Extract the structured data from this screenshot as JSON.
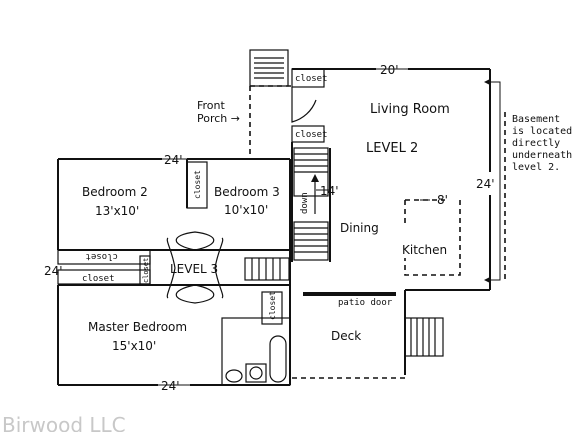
{
  "labels": {
    "living_room": "Living Room",
    "level2": "LEVEL 2",
    "level3": "LEVEL 3",
    "front_porch_1": "Front",
    "front_porch_2": "Porch →",
    "bedroom2": "Bedroom 2",
    "bedroom2_size": "13'x10'",
    "bedroom3": "Bedroom 3",
    "bedroom3_size": "10'x10'",
    "master": "Master Bedroom",
    "master_size": "15'x10'",
    "dining": "Dining",
    "kitchen": "Kitchen",
    "deck": "Deck",
    "patio_door": "patio door",
    "closet": "closet",
    "down": "down",
    "basement_note": [
      "Basement",
      "is located",
      "directly",
      "underneath",
      "level 2."
    ]
  },
  "dimensions": {
    "top": "20'",
    "right": "24'",
    "bed_top": "24'",
    "left": "24'",
    "bottom": "24'",
    "stair": "14'",
    "kitchen": "8'"
  },
  "watermark": "Birwood LLC"
}
